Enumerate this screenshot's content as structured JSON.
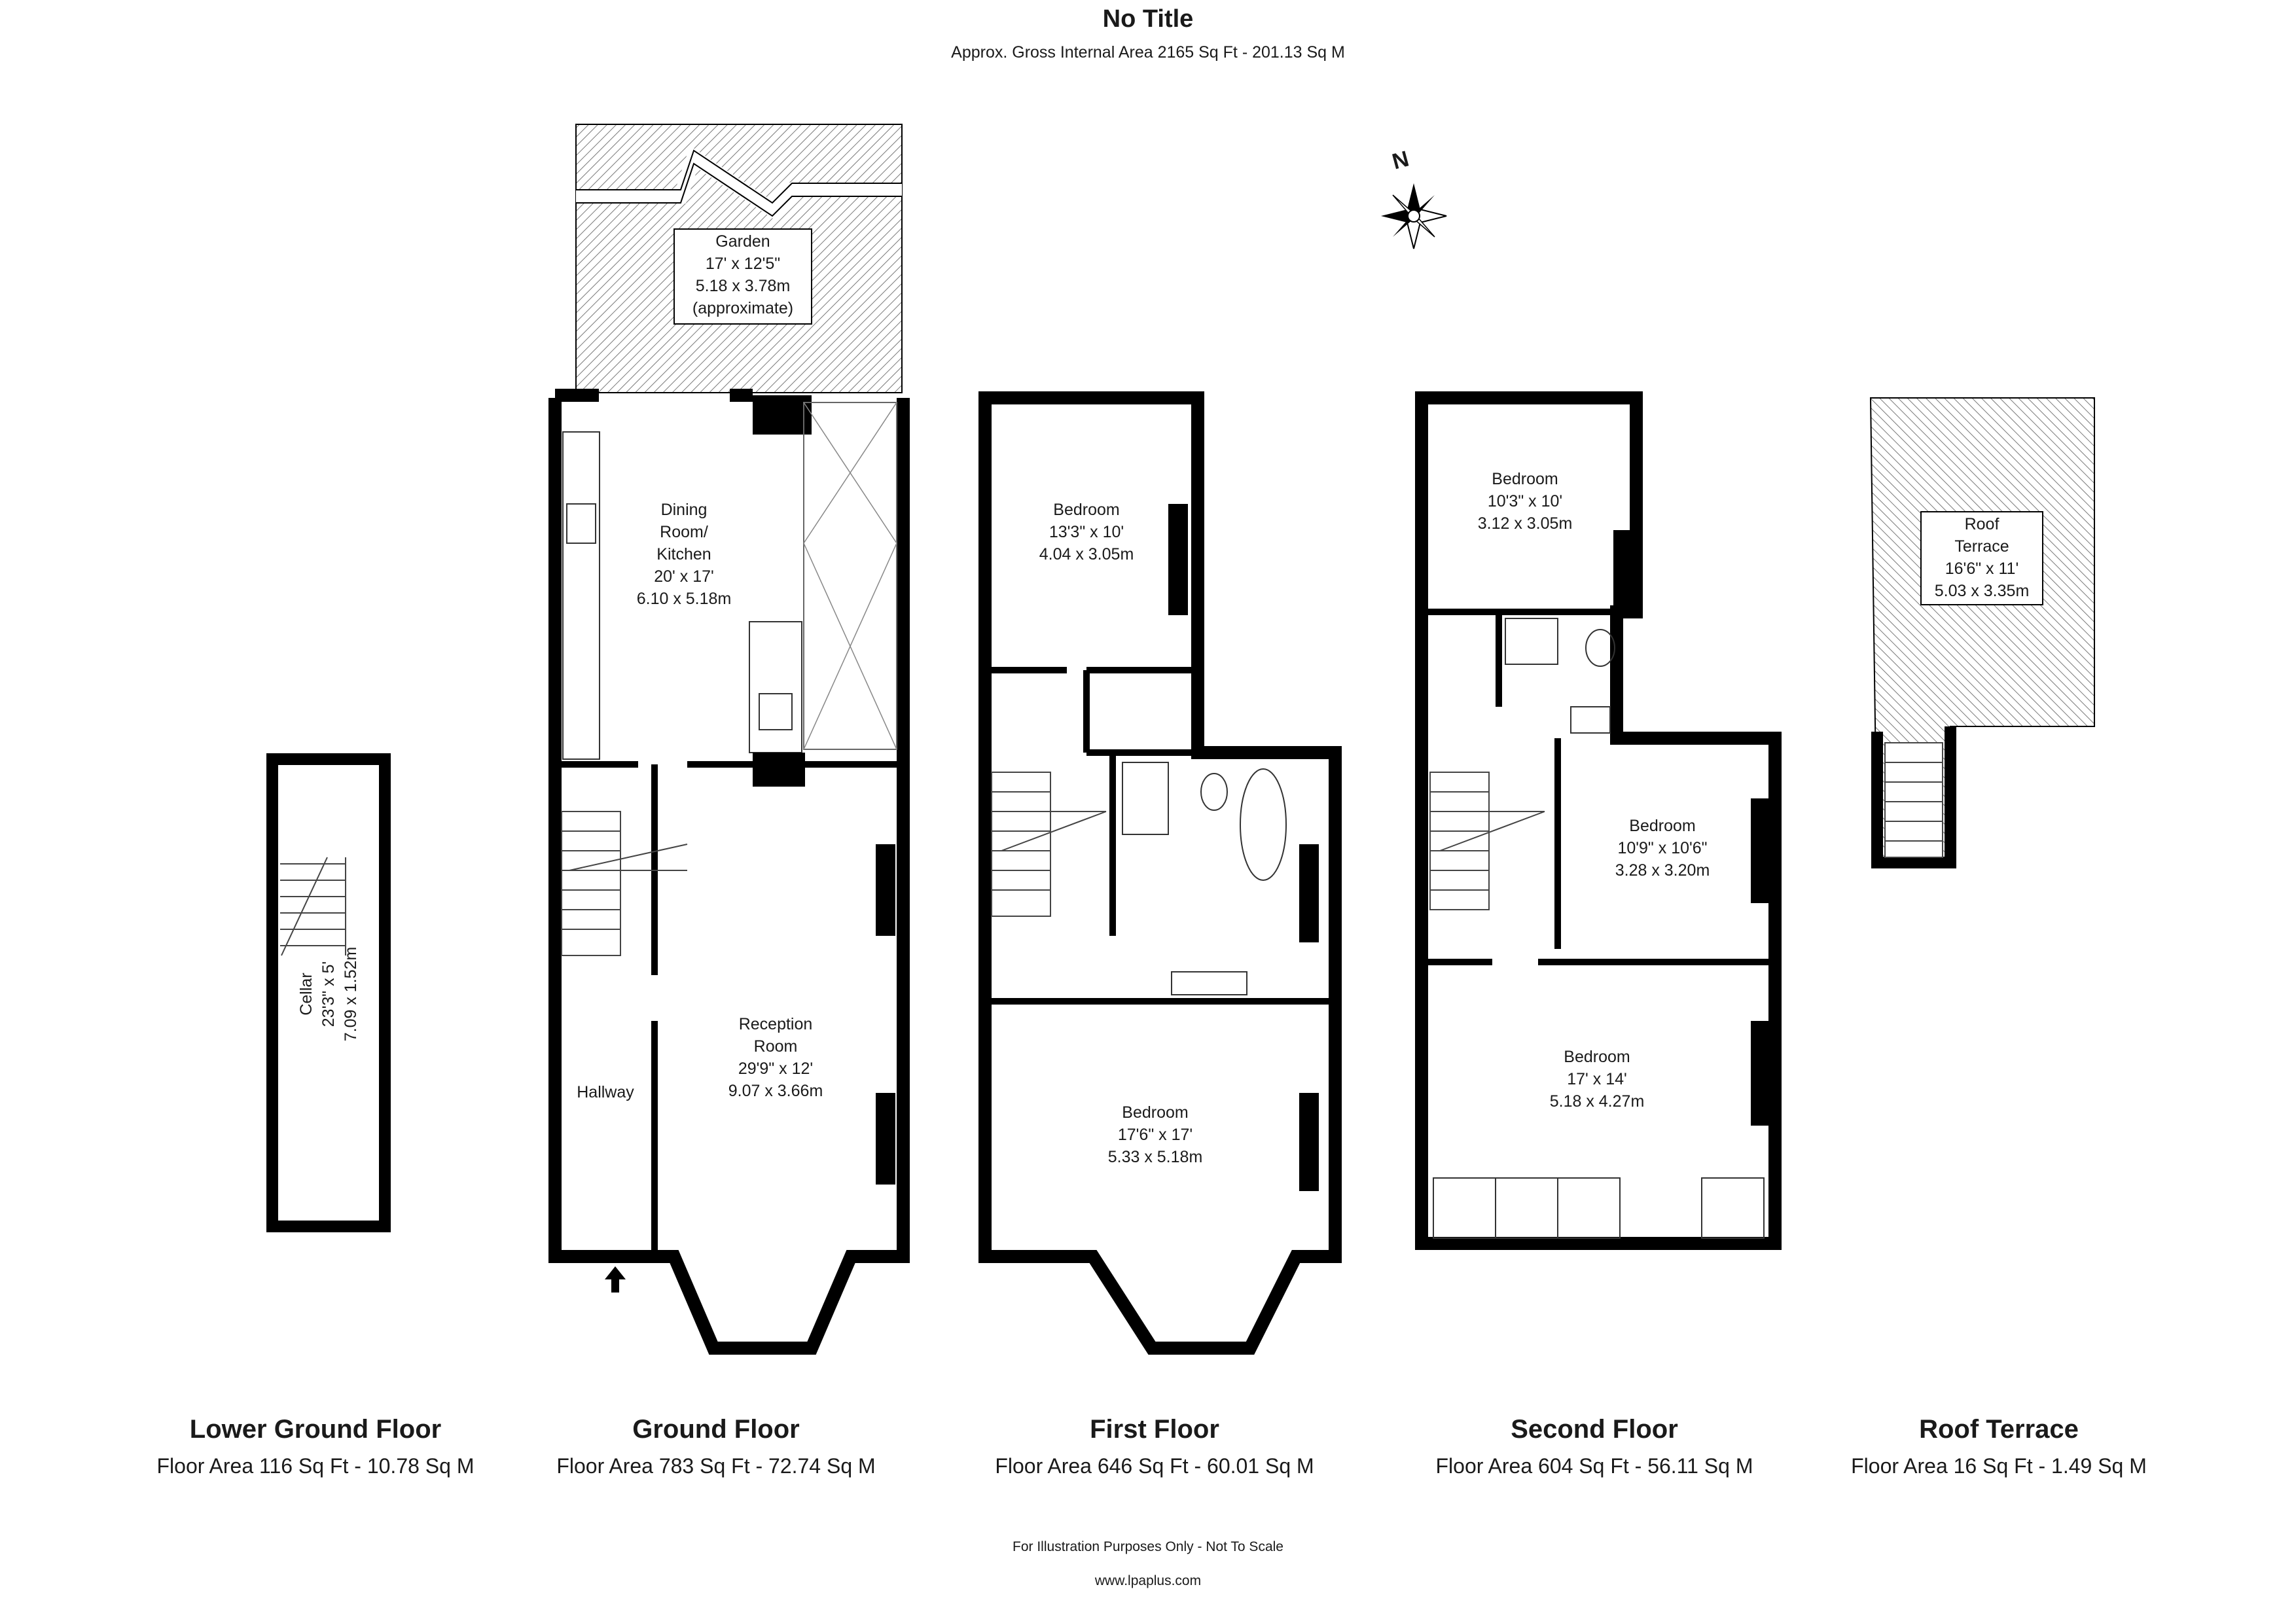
{
  "header": {
    "title": "No Title",
    "subtitle": "Approx. Gross Internal Area 2165 Sq Ft - 201.13 Sq M"
  },
  "compass": {
    "label": "N",
    "icon": "north-arrow-icon"
  },
  "rooms": {
    "garden": [
      "Garden",
      "17' x 12'5\"",
      "5.18 x 3.78m",
      "(approximate)"
    ],
    "dining_kitchen": [
      "Dining",
      "Room/",
      "Kitchen",
      "20' x 17'",
      "6.10 x 5.18m"
    ],
    "reception": [
      "Reception",
      "Room",
      "29'9\" x 12'",
      "9.07 x 3.66m"
    ],
    "hallway": [
      "Hallway"
    ],
    "cellar": [
      "Cellar",
      "23'3\" x 5'",
      "7.09 x 1.52m"
    ],
    "ff_bedroom_rear": [
      "Bedroom",
      "13'3\" x 10'",
      "4.04 x 3.05m"
    ],
    "ff_bedroom_front": [
      "Bedroom",
      "17'6\" x 17'",
      "5.33 x 5.18m"
    ],
    "sf_bedroom_rear": [
      "Bedroom",
      "10'3\" x 10'",
      "3.12 x 3.05m"
    ],
    "sf_bedroom_mid": [
      "Bedroom",
      "10'9\" x 10'6\"",
      "3.28 x 3.20m"
    ],
    "sf_bedroom_front": [
      "Bedroom",
      "17' x 14'",
      "5.18 x 4.27m"
    ],
    "roof_terrace": [
      "Roof",
      "Terrace",
      "16'6\" x 11'",
      "5.03 x 3.35m"
    ]
  },
  "floors": [
    {
      "name": "Lower Ground Floor",
      "area": "Floor Area 116 Sq Ft - 10.78 Sq M"
    },
    {
      "name": "Ground Floor",
      "area": "Floor Area 783 Sq Ft - 72.74 Sq M"
    },
    {
      "name": "First Floor",
      "area": "Floor Area 646 Sq Ft - 60.01 Sq M"
    },
    {
      "name": "Second Floor",
      "area": "Floor Area 604 Sq Ft - 56.11 Sq M"
    },
    {
      "name": "Roof Terrace",
      "area": "Floor Area 16 Sq Ft - 1.49 Sq M"
    }
  ],
  "footer": {
    "disclaimer": "For Illustration Purposes Only - Not To Scale",
    "website": "www.lpaplus.com"
  },
  "colors": {
    "wall": "#000000",
    "hatch": "#9a9a9a",
    "text": "#1a1a1a"
  }
}
